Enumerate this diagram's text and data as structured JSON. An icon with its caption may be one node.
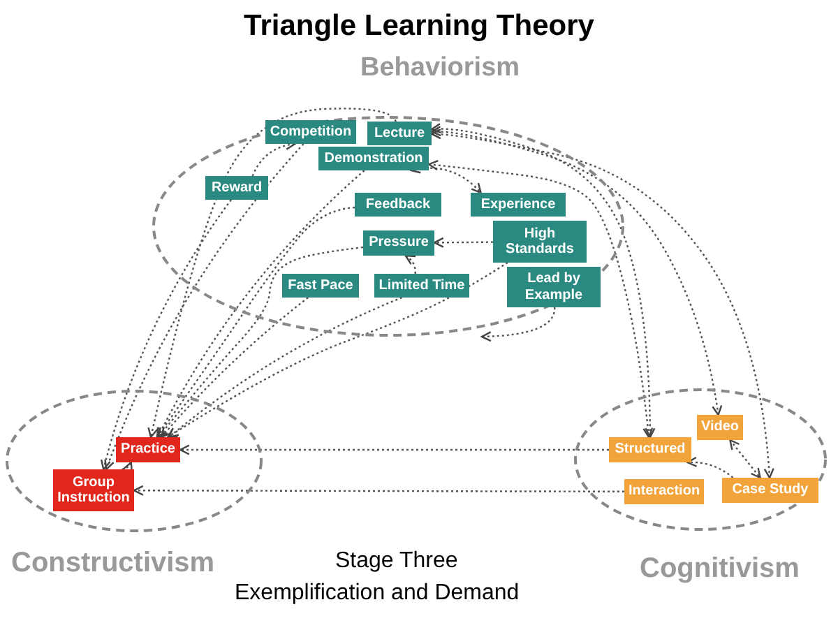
{
  "diagram": {
    "title": "Triangle Learning Theory",
    "nodes": [
      {
        "text": [
          "Behaviorism"
        ]
      },
      {
        "text": [
          "Competition"
        ],
        "in": 0
      },
      {
        "text": [
          "Lecture"
        ],
        "in": 0
      },
      {
        "text": [
          "Demonstration"
        ],
        "in": 0
      },
      {
        "text": [
          "Reward"
        ],
        "in": 0
      },
      {
        "text": [
          "Feedback"
        ],
        "in": 0
      },
      {
        "text": [
          "Experience"
        ],
        "in": 0
      },
      {
        "text": [
          "Pressure"
        ],
        "in": 0
      },
      {
        "text": [
          "High Standards"
        ],
        "in": 0
      },
      {
        "text": [
          "Fast Pace"
        ],
        "in": 0
      },
      {
        "text": [
          "Limited Time"
        ],
        "in": 0
      },
      {
        "text": [
          "Lead by Example"
        ],
        "in": 0
      },
      {
        "text": [
          "Constructivism"
        ]
      },
      {
        "text": [
          "Practice"
        ],
        "in": 12
      },
      {
        "text": [
          "Group Instruction"
        ],
        "in": 12
      },
      {
        "text": [
          "Cognitivism"
        ]
      },
      {
        "text": [
          "Video"
        ],
        "in": 15
      },
      {
        "text": [
          "Structured"
        ],
        "in": 15
      },
      {
        "text": [
          "Interaction"
        ],
        "in": 15
      },
      {
        "text": [
          "Case Study"
        ],
        "in": 15
      }
    ],
    "edges": [
      {
        "from": 4,
        "to": 1,
        "arrow": "to"
      },
      {
        "from": 4,
        "to": 14,
        "arrow": "to"
      },
      {
        "from": 1,
        "to": 14,
        "arrow": "to"
      },
      {
        "from": 2,
        "to": 13,
        "arrow": "to"
      },
      {
        "from": 3,
        "to": 13,
        "arrow": "to"
      },
      {
        "from": 5,
        "to": 13,
        "arrow": "to"
      },
      {
        "from": 7,
        "to": 13,
        "arrow": "to"
      },
      {
        "from": 9,
        "to": 13,
        "arrow": "to"
      },
      {
        "from": 10,
        "to": 13,
        "arrow": "to"
      },
      {
        "from": 8,
        "to": 13,
        "arrow": "to"
      },
      {
        "from": 3,
        "to": 6,
        "arrow": "both"
      },
      {
        "from": 8,
        "to": 7,
        "arrow": "to"
      },
      {
        "from": 10,
        "to": 7,
        "arrow": "to"
      },
      {
        "from": 11,
        "to": null,
        "arrow": "to"
      },
      {
        "from": 2,
        "to": 17,
        "arrow": "both"
      },
      {
        "from": 3,
        "to": 17,
        "arrow": "both"
      },
      {
        "from": 2,
        "to": 16,
        "arrow": "both"
      },
      {
        "from": 2,
        "to": 19,
        "arrow": "both"
      },
      {
        "from": 17,
        "to": 13,
        "arrow": "to"
      },
      {
        "from": 18,
        "to": 14,
        "arrow": "to"
      },
      {
        "from": 19,
        "to": 17,
        "arrow": "to"
      },
      {
        "from": 16,
        "to": 19,
        "arrow": "both"
      },
      {
        "from": 14,
        "to": 13,
        "arrow": "to"
      }
    ],
    "labels": [
      "Stage Three",
      "Exemplification and Demand"
    ]
  }
}
